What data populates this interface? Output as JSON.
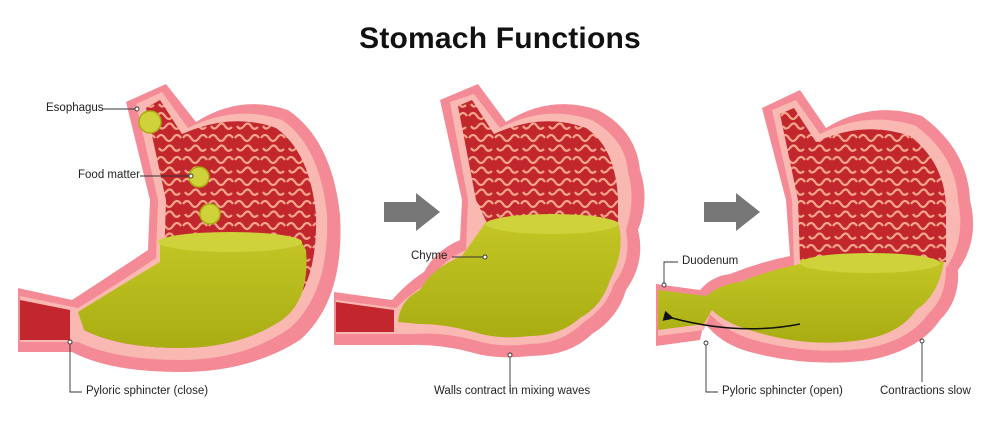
{
  "title": "Stomach Functions",
  "image_id": "783156318",
  "labels": {
    "esophagus": "Esophagus",
    "food_matter": "Food matter",
    "pyloric_close": "Pyloric sphincter (close)",
    "chyme": "Chyme",
    "walls_contract": "Walls contract in mixing waves",
    "duodenum": "Duodenum",
    "pyloric_open": "Pyloric sphincter (open)",
    "contractions_slow": "Contractions slow"
  },
  "colors": {
    "outer_wall": "#f48a95",
    "wall_light": "#f9b8b2",
    "lining": "#c2272d",
    "folds": "#f6a58c",
    "chyme": "#b5b814",
    "chyme_light": "#cfd23a",
    "arrow": "#777777"
  },
  "icons": [
    "right-arrow-icon",
    "flow-arrow-icon"
  ]
}
